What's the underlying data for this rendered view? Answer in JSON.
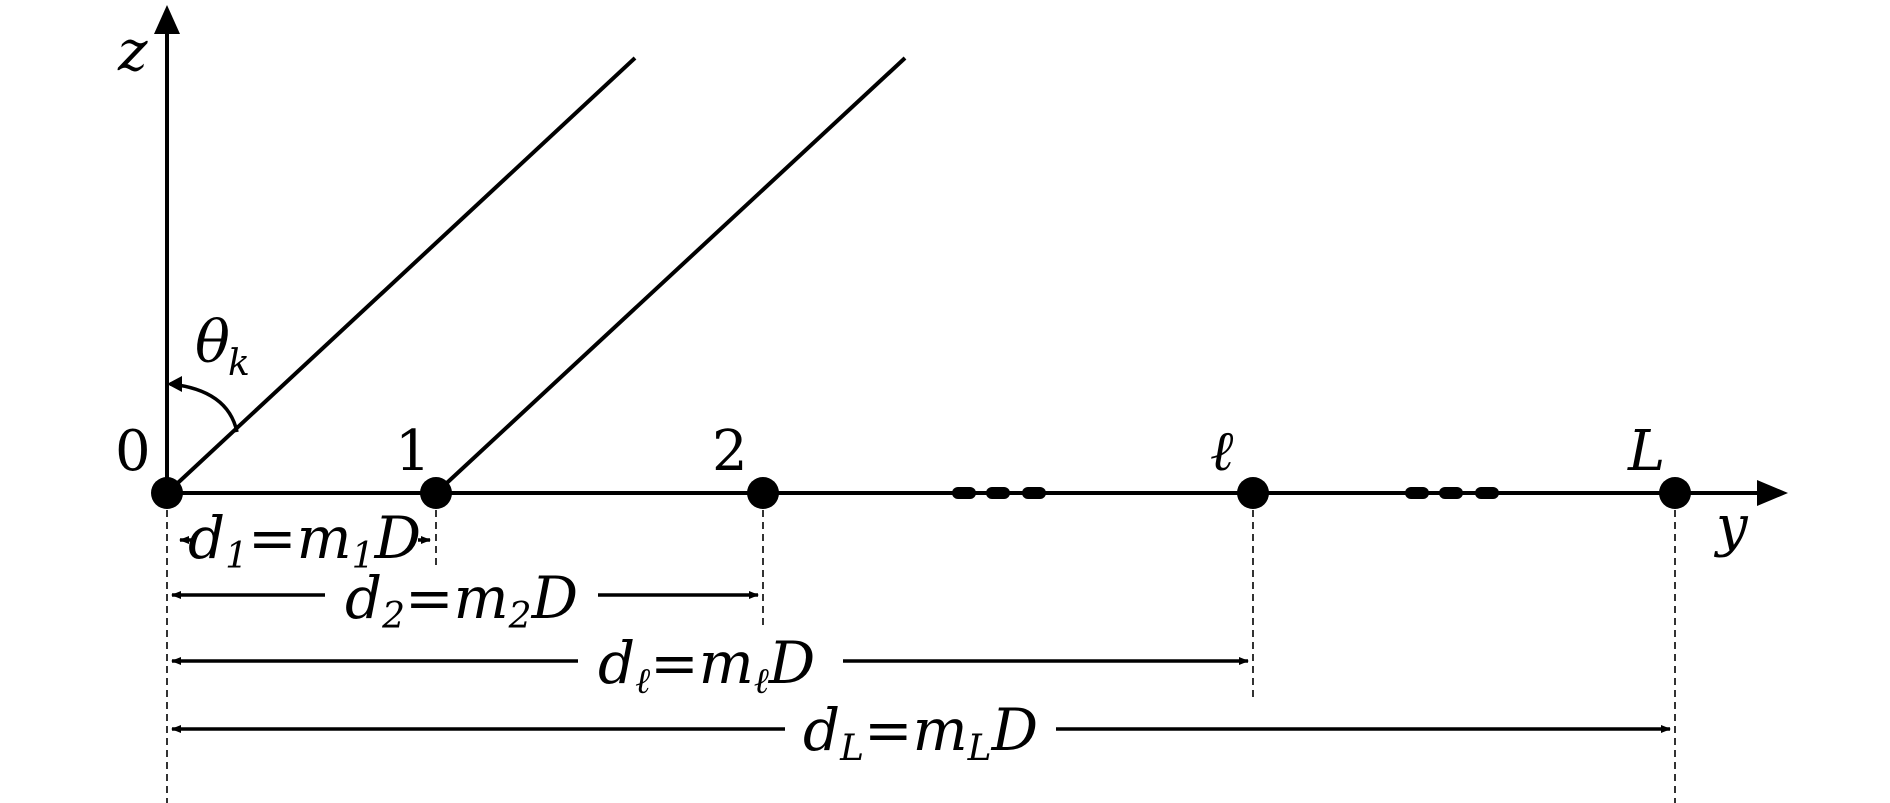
{
  "axes": {
    "z_label": "z",
    "y_label": "y"
  },
  "angle": {
    "symbol": "θ",
    "subscript": "k"
  },
  "antennas": [
    {
      "label": "0"
    },
    {
      "label": "1"
    },
    {
      "label": "2"
    },
    {
      "label": "ℓ"
    },
    {
      "label": "L"
    }
  ],
  "distances": [
    {
      "d": "d",
      "d_sub": "1",
      "eq": "=",
      "m": "m",
      "m_sub": "1",
      "D": "D"
    },
    {
      "d": "d",
      "d_sub": "2",
      "eq": "=",
      "m": "m",
      "m_sub": "2",
      "D": "D"
    },
    {
      "d": "d",
      "d_sub": "ℓ",
      "eq": "=",
      "m": "m",
      "m_sub": "ℓ",
      "D": "D"
    },
    {
      "d": "d",
      "d_sub": "L",
      "eq": "=",
      "m": "m",
      "m_sub": "L",
      "D": "D"
    }
  ]
}
